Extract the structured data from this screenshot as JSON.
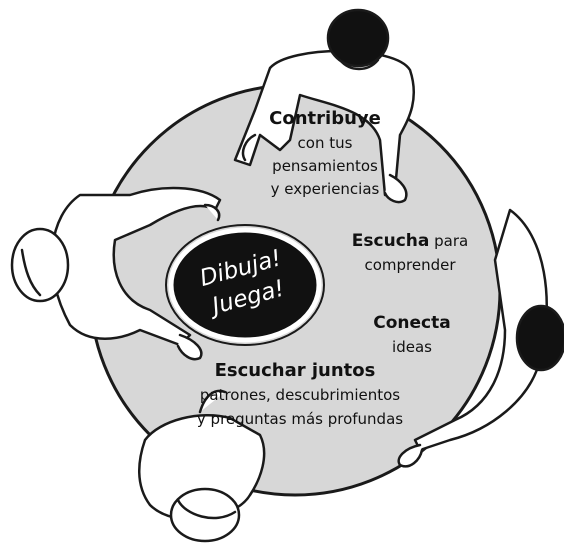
{
  "center_badge": {
    "line1": "Dibuja!",
    "line2": "Juega!"
  },
  "blocks": {
    "contribuye": {
      "head": "Contribuye",
      "line2": "con tus",
      "line3": "pensamientos",
      "line4": "y experiencias"
    },
    "escucha": {
      "head": "Escucha",
      "tail": " para",
      "line2": "comprender"
    },
    "conecta": {
      "head": "Conecta",
      "line2": "ideas"
    },
    "juntos": {
      "head": "Escuchar juntos",
      "line2": "patrones, descubrimientos",
      "line3": "y preguntas más profundas"
    }
  },
  "colors": {
    "table": "#d7d7d7",
    "badge": "#111111",
    "badge_text": "#ffffff",
    "ink": "#111111",
    "line": "#1a1a1a"
  },
  "icons": [
    "person-top-icon",
    "person-left-icon",
    "person-right-icon",
    "person-bottom-icon"
  ]
}
